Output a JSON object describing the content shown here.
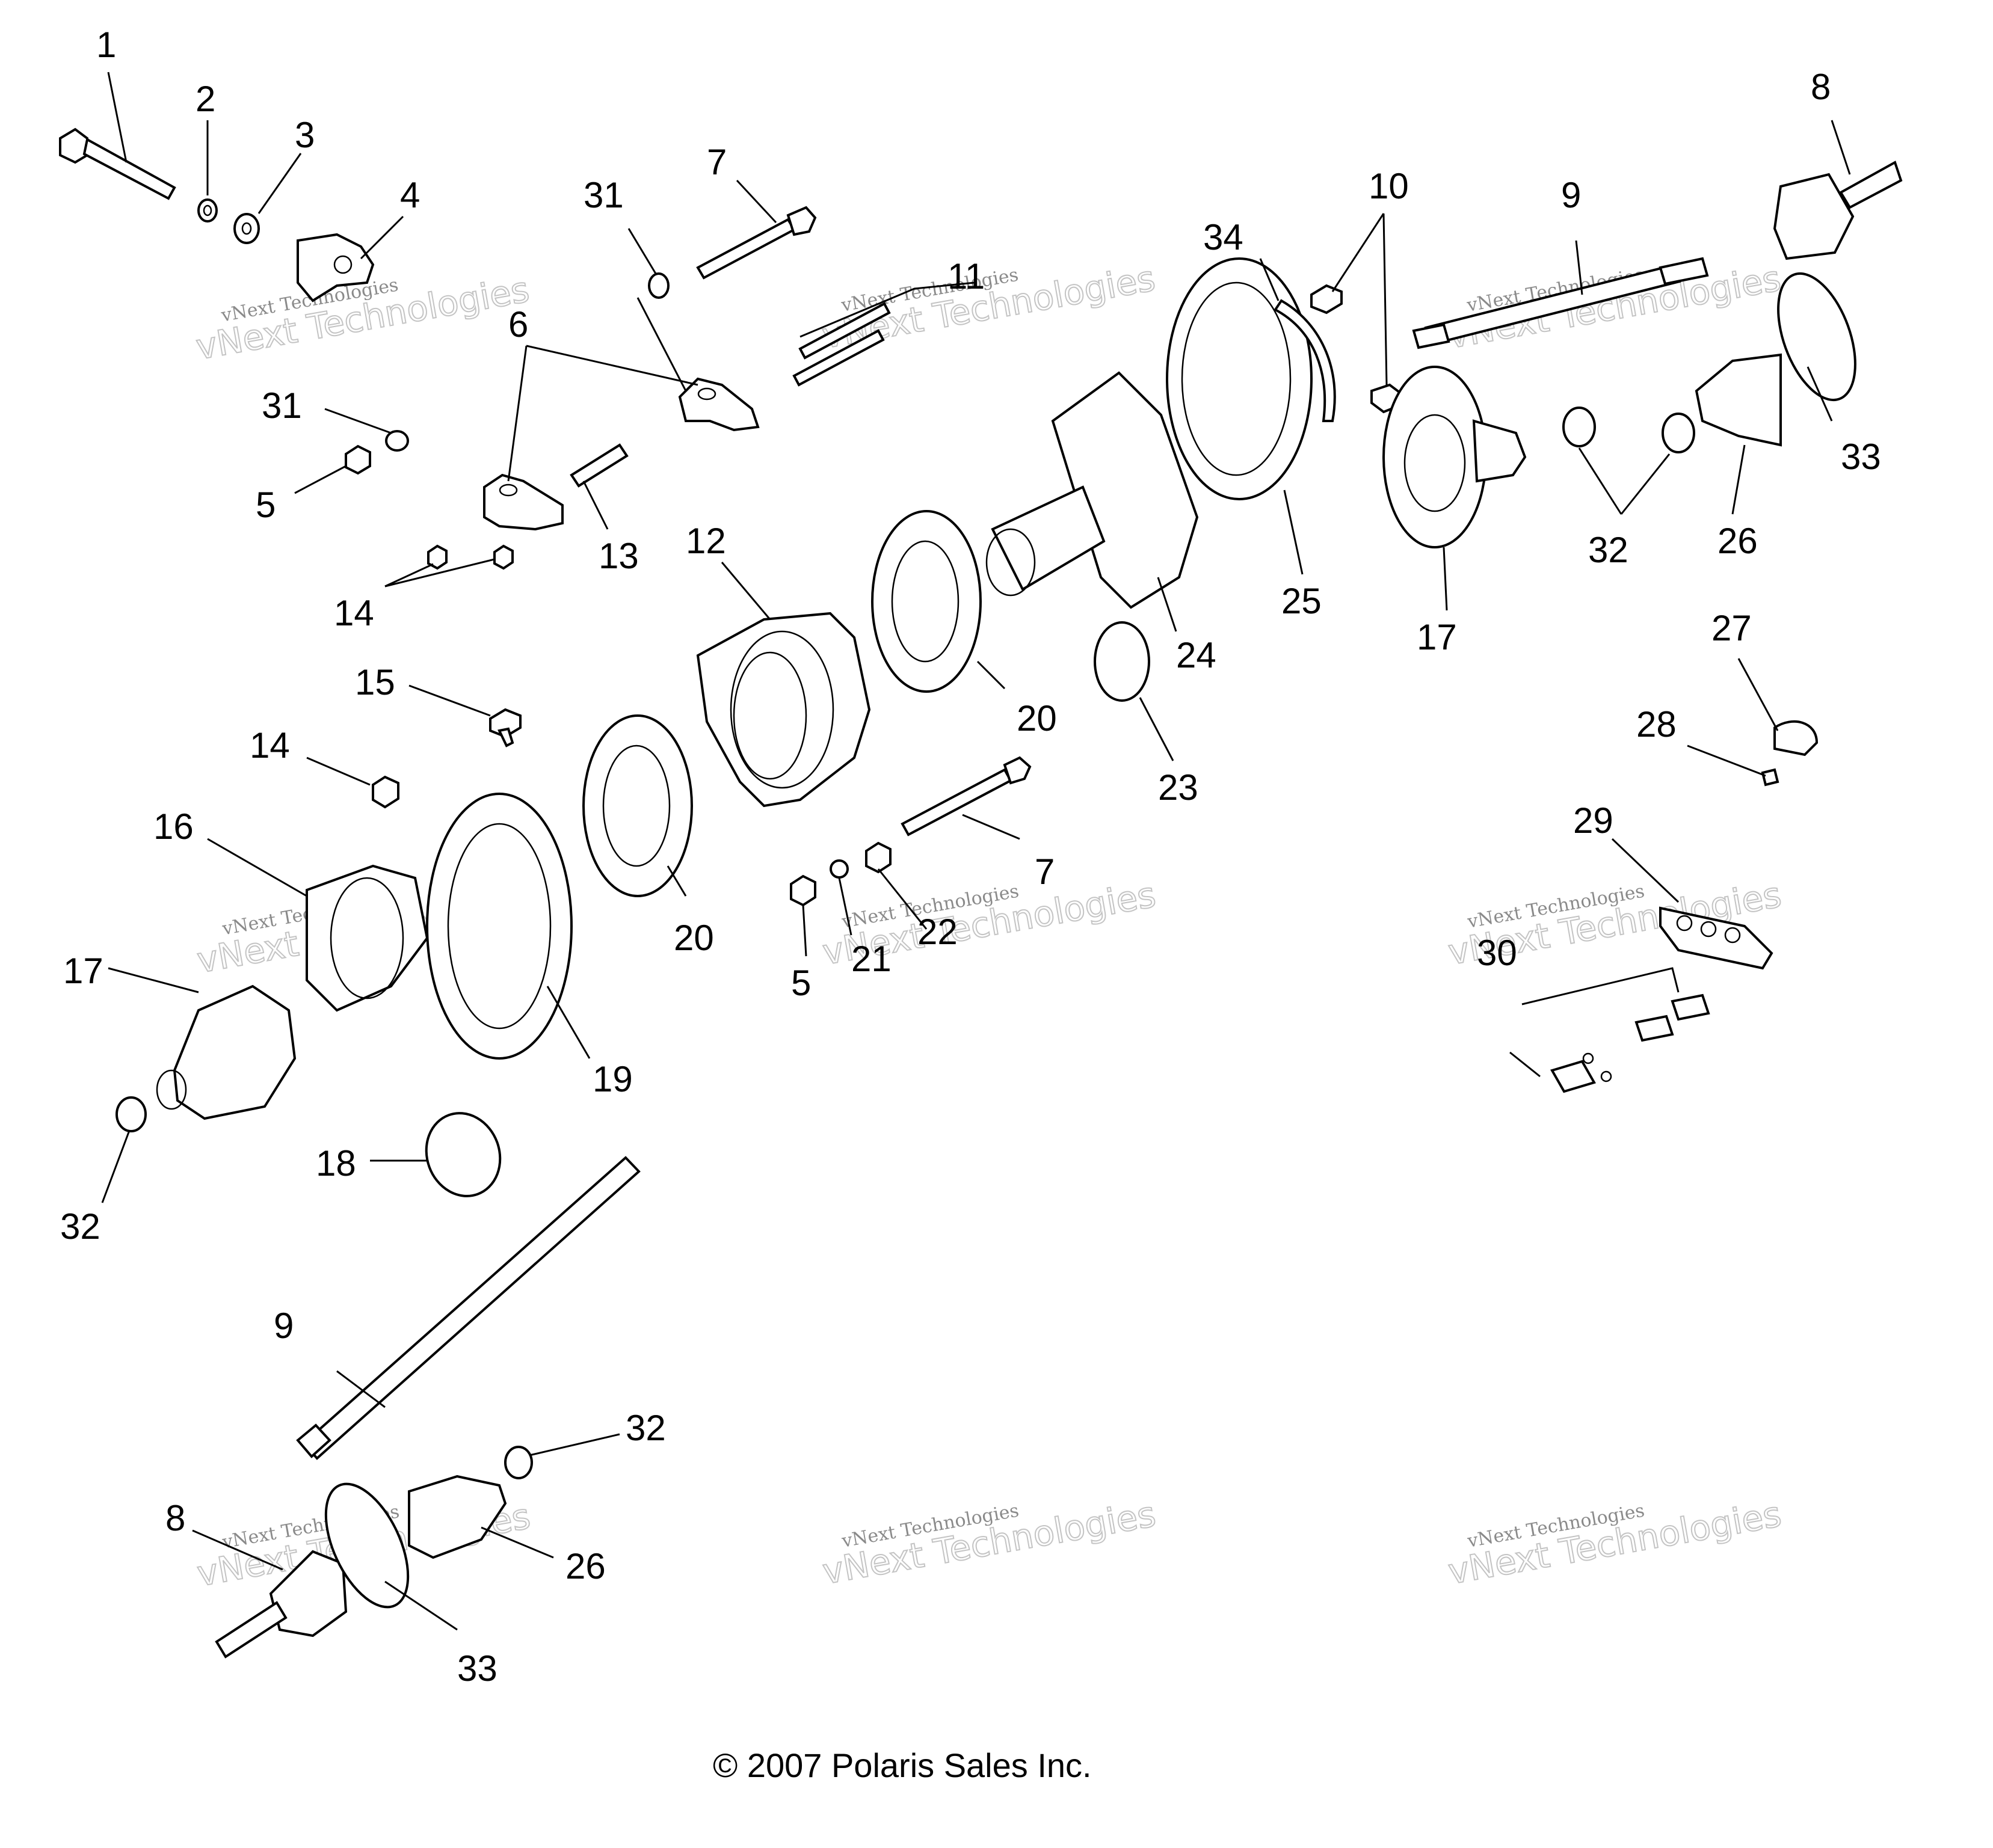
{
  "callouts": {
    "c1": "1",
    "c2": "2",
    "c3": "3",
    "c4": "4",
    "c5a": "5",
    "c5b": "5",
    "c6": "6",
    "c7a": "7",
    "c7b": "7",
    "c8a": "8",
    "c8b": "8",
    "c9a": "9",
    "c9b": "9",
    "c10": "10",
    "c11": "11",
    "c12": "12",
    "c13": "13",
    "c14a": "14",
    "c14b": "14",
    "c15": "15",
    "c16": "16",
    "c17a": "17",
    "c17b": "17",
    "c18": "18",
    "c19": "19",
    "c20a": "20",
    "c20b": "20",
    "c21": "21",
    "c22": "22",
    "c23": "23",
    "c24": "24",
    "c25": "25",
    "c26a": "26",
    "c26b": "26",
    "c27": "27",
    "c28": "28",
    "c29": "29",
    "c30": "30",
    "c31a": "31",
    "c31b": "31",
    "c32a": "32",
    "c32b": "32",
    "c32c": "32",
    "c33a": "33",
    "c33b": "33",
    "c34": "34"
  },
  "watermark": {
    "line1": "vNext Technologies",
    "line2": "vNext Technologies"
  },
  "copyright": "© 2007 Polaris Sales Inc."
}
